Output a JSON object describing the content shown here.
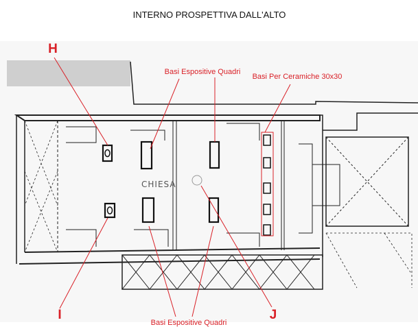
{
  "title": "INTERNO PROSPETTIVA DALL'ALTO",
  "room_label": "CHIESA",
  "annotations": {
    "h": "H",
    "i": "I",
    "j": "J",
    "quadri_top": "Basi Espositive Quadri",
    "ceramiche": "Basi Per Ceramiche 30x30",
    "quadri_bottom": "Basi Espositive Quadri"
  },
  "colors": {
    "annotation": "#d92027",
    "plan": "#222222"
  }
}
